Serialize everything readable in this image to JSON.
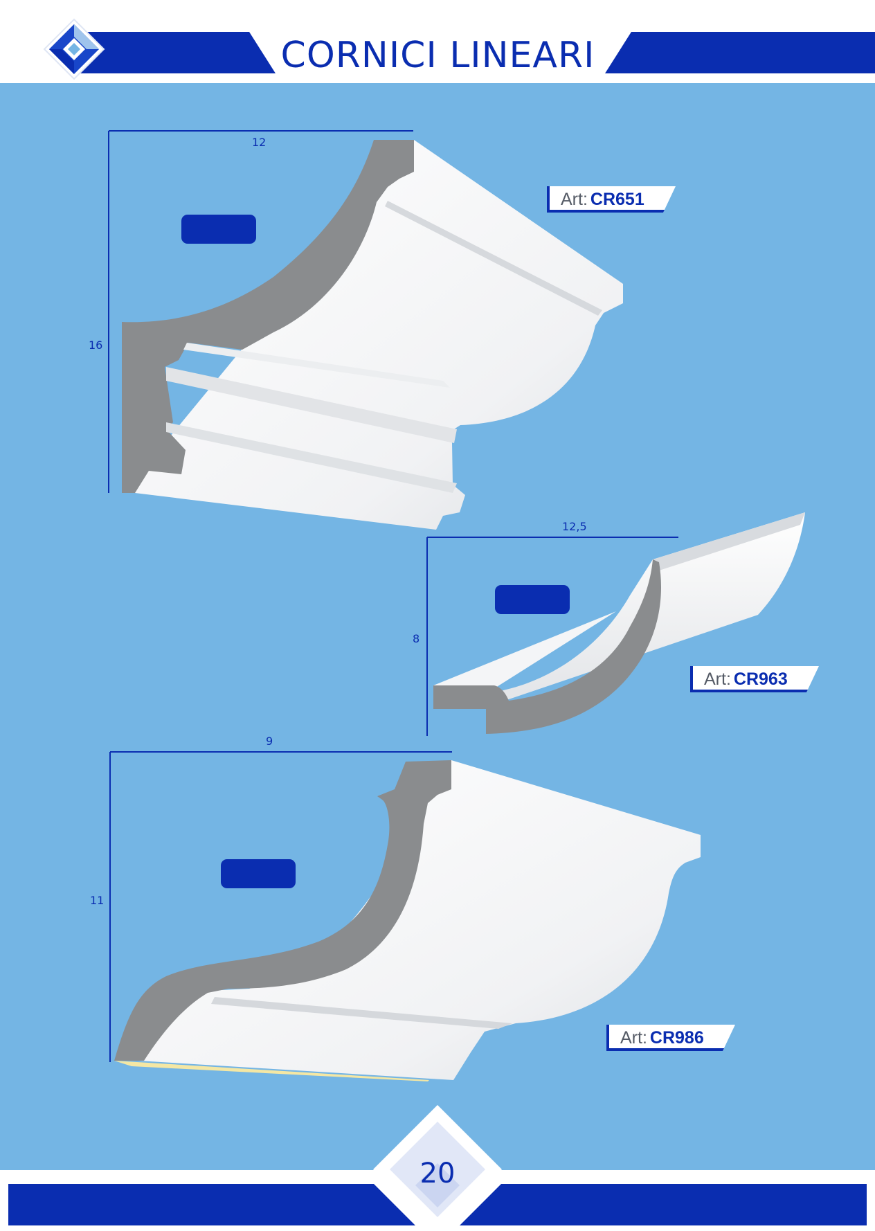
{
  "header": {
    "title": "CORNICI LINEARI"
  },
  "colors": {
    "brand_blue": "#0a2db0",
    "background_blue": "#74b5e4",
    "profile_gray": "#8a8c8e",
    "molding_white": "#ffffff"
  },
  "products": [
    {
      "art_label": "Art:",
      "code": "CR651",
      "width_dim": "12",
      "height_dim": "16"
    },
    {
      "art_label": "Art:",
      "code": "CR963",
      "width_dim": "12,5",
      "height_dim": "8"
    },
    {
      "art_label": "Art:",
      "code": "CR986",
      "width_dim": "9",
      "height_dim": "11"
    }
  ],
  "footer": {
    "page_number": "20"
  },
  "icons": {
    "logo": "diamond-logo-icon"
  }
}
